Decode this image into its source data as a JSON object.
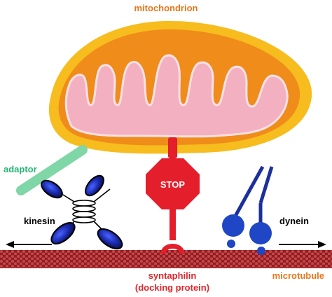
{
  "labels": {
    "mitochondrion": "mitochondrion",
    "adaptor": "adaptor",
    "stop": "STOP",
    "kinesin": "kinesin",
    "dynein": "dynein",
    "syntaphilin": "syntaphilin",
    "docking_protein": "(docking protein)",
    "microtubule": "microtubule"
  },
  "colors": {
    "mito_outer": "#f7bc1e",
    "mito_inner": "#ef8c1a",
    "cristae": "#f3b0c0",
    "adaptor": "#7fd6a6",
    "adaptor_text": "#23b574",
    "stop": "#e41e2b",
    "kinesin": "#17237e",
    "dynein": "#1c2f9c",
    "microtubule": "#a3282a",
    "label_orange": "#e8761a",
    "label_red": "#e0262b",
    "black": "#000000"
  },
  "icons": {
    "left_arrow": "arrow-left-icon",
    "right_arrow": "arrow-right-icon"
  }
}
